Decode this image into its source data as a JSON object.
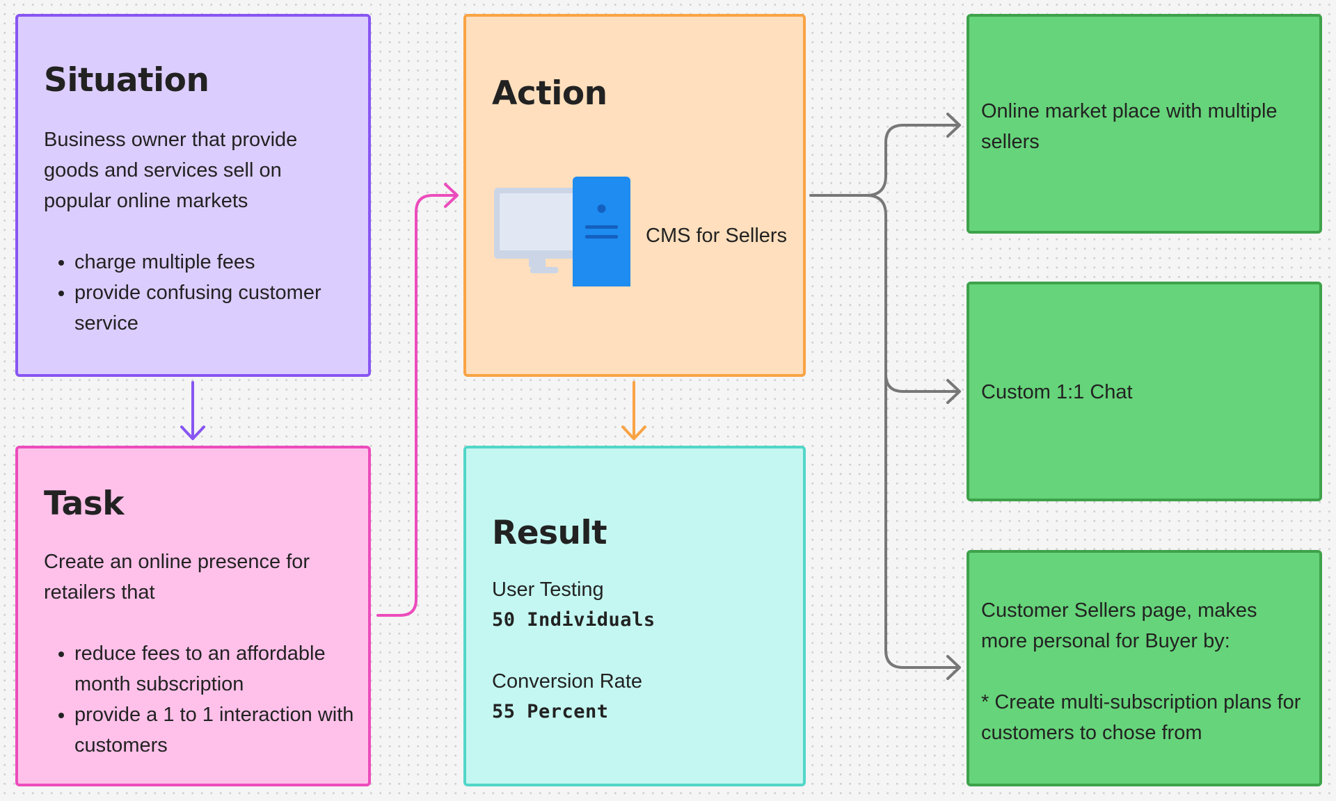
{
  "colors": {
    "situation_fill": "#dccdff",
    "situation_border": "#8855f2",
    "task_fill": "#ffc1ea",
    "task_border": "#ec4cbc",
    "action_fill": "#ffdfbd",
    "action_border": "#f9a344",
    "result_fill": "#c4f7f1",
    "result_border": "#52d6c8",
    "outcome_fill": "#66d47a",
    "outcome_border": "#3ea24b",
    "connector_gray": "#777777"
  },
  "situation": {
    "title": "Situation",
    "description": "Business owner that provide goods and services sell on popular online markets",
    "bullets": [
      "charge multiple fees",
      "provide confusing customer service"
    ]
  },
  "task": {
    "title": "Task",
    "description": "Create an online presence for retailers that",
    "bullets": [
      "reduce fees to an affordable month subscription",
      "provide a 1 to 1 interaction with customers"
    ]
  },
  "action": {
    "title": "Action",
    "icon": "desktop-computer-icon",
    "label": "CMS for Sellers"
  },
  "result": {
    "title": "Result",
    "metric1_label": "User Testing",
    "metric1_value": "50 Individuals",
    "metric2_label": "Conversion Rate",
    "metric2_value": "55 Percent"
  },
  "outcomes": [
    {
      "text": "Online market place with multiple sellers"
    },
    {
      "text": "Custom 1:1 Chat"
    },
    {
      "line1": "Customer Sellers page, makes more personal for Buyer by:",
      "line2": "* Create multi-subscription plans for customers to chose from"
    }
  ]
}
